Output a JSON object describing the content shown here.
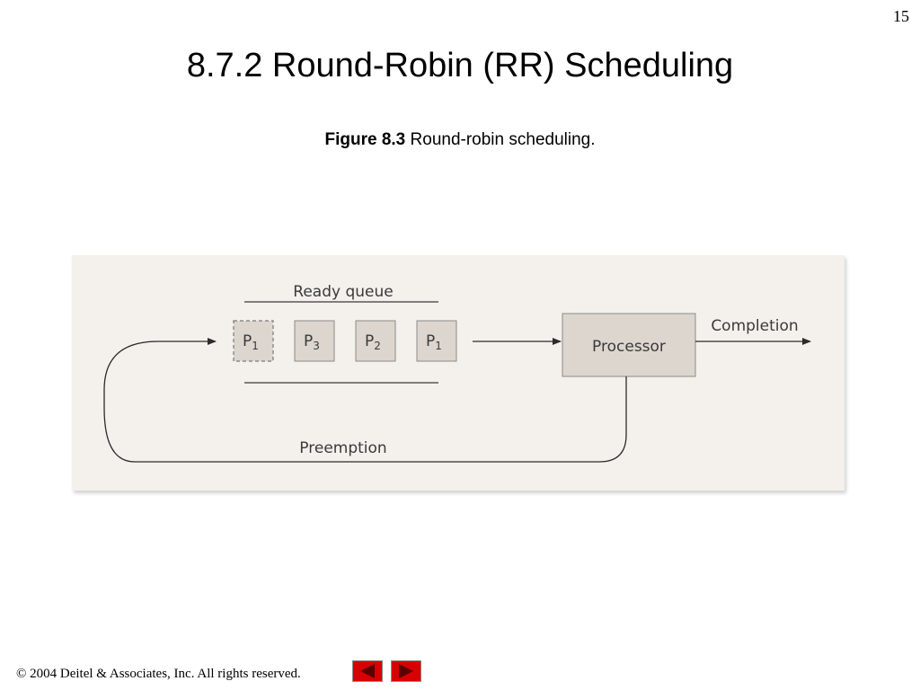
{
  "slide": {
    "page_number": "15",
    "title": "8.7.2 Round-Robin (RR) Scheduling",
    "caption_label": "Figure 8.3",
    "caption_text": " Round-robin scheduling."
  },
  "diagram": {
    "ready_queue_label": "Ready queue",
    "queue_items": [
      "P",
      "P",
      "P",
      "P"
    ],
    "queue_subscripts": [
      "1",
      "3",
      "2",
      "1"
    ],
    "processor_label": "Processor",
    "completion_label": "Completion",
    "preemption_label": "Preemption"
  },
  "footer": {
    "copyright": "© 2004 Deitel & Associates, Inc.  All rights reserved."
  },
  "nav": {
    "prev_icon": "left-arrow-icon",
    "next_icon": "right-arrow-icon",
    "color": "#d80000"
  }
}
